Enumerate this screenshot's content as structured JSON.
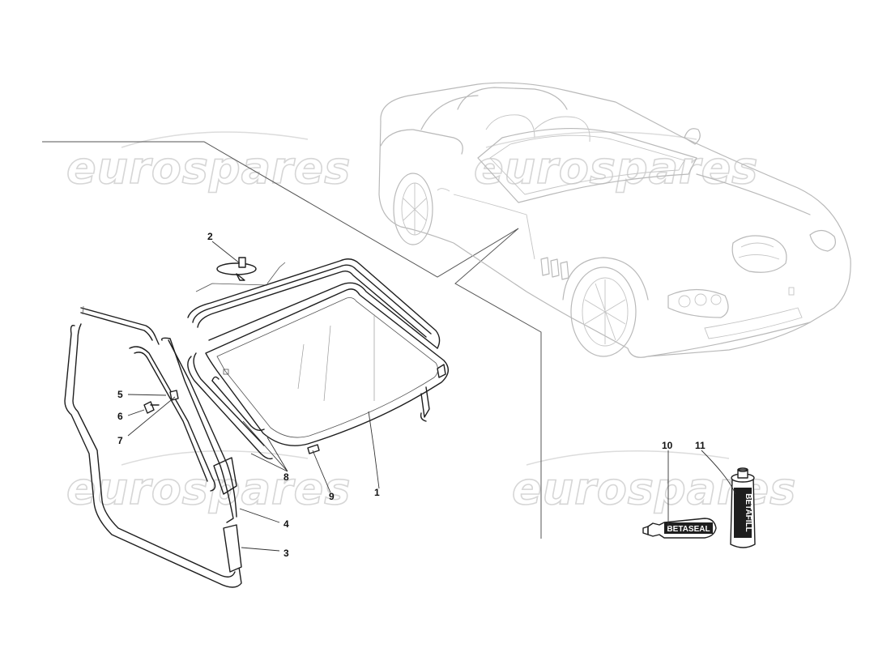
{
  "watermarks": [
    "eurospares",
    "eurospares",
    "eurospares",
    "eurospares"
  ],
  "callouts": {
    "c1": "1",
    "c2": "2",
    "c3": "3",
    "c4": "4",
    "c5": "5",
    "c6": "6",
    "c7": "7",
    "c8": "8",
    "c9": "9",
    "c10": "10",
    "c11": "11"
  },
  "products": {
    "sealant_tube": "BETASEAL",
    "filler_can": "BETAFILL"
  },
  "colors": {
    "background": "#ffffff",
    "line_art": "#1e1e1e",
    "ghost_car": "#b9b9b9",
    "watermark": "#d6d6d6"
  }
}
